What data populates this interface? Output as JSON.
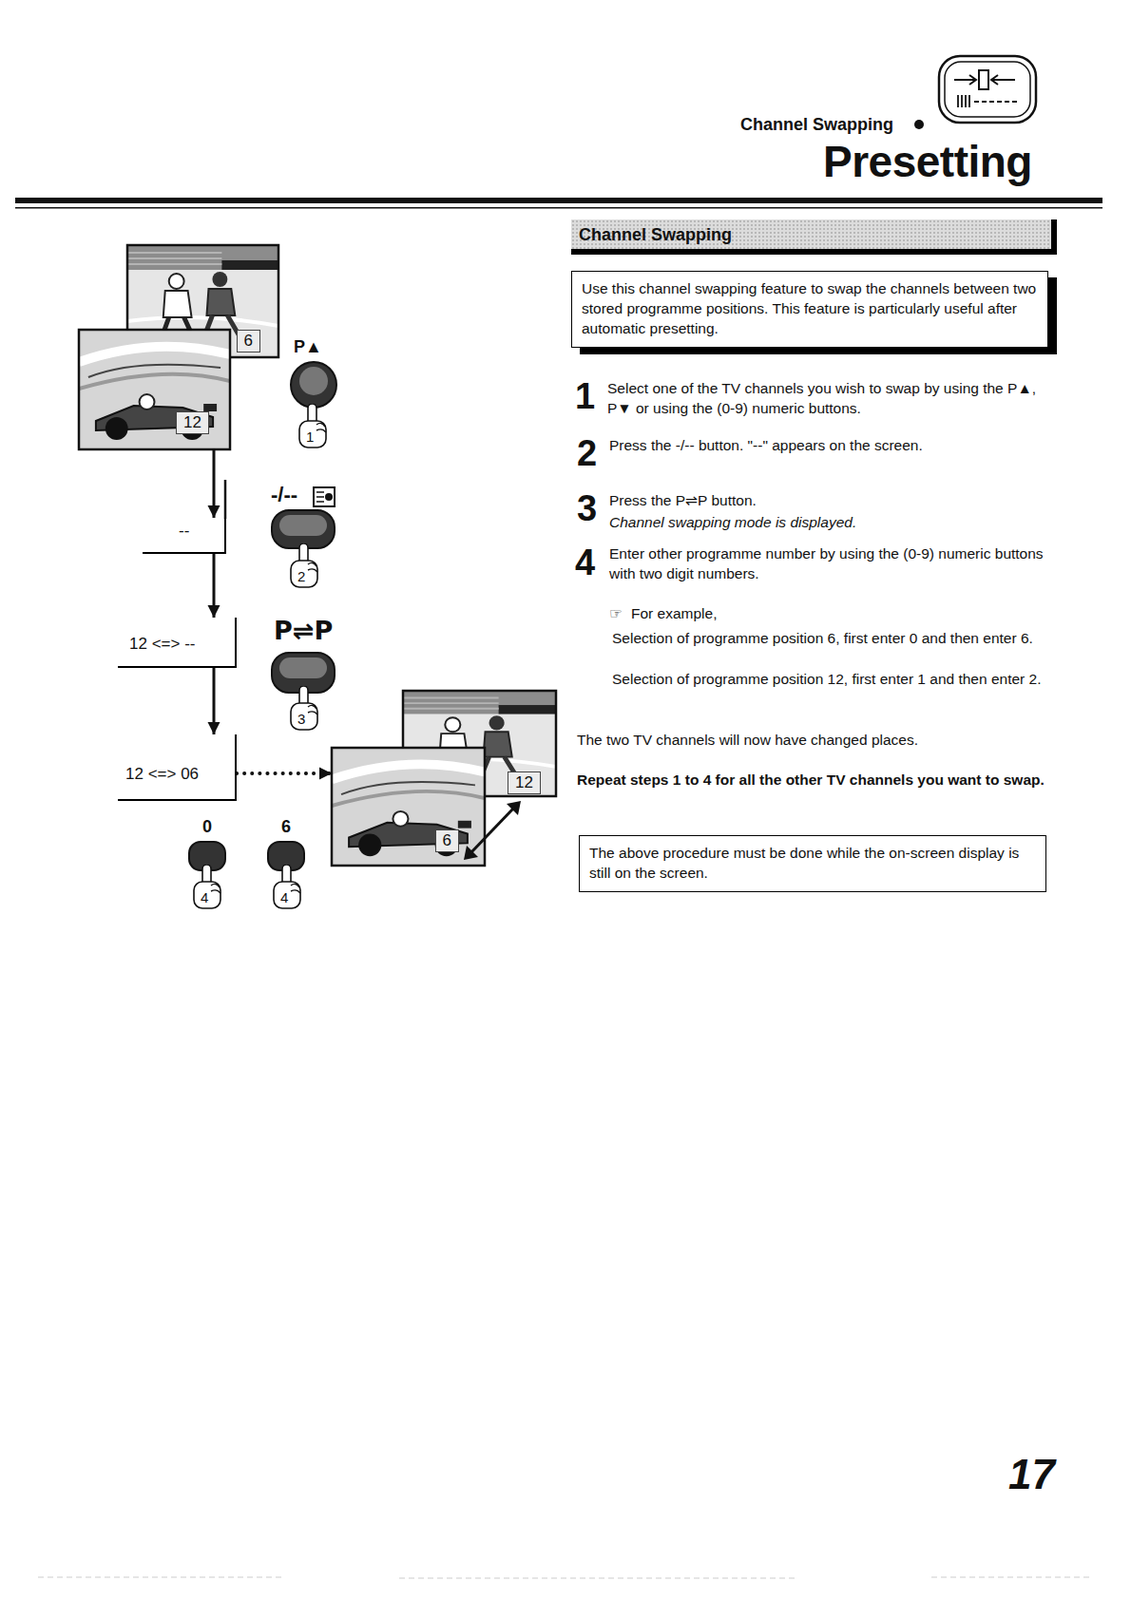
{
  "diagram": {
    "title": "Presetting",
    "nodes": [
      {
        "text": [
          "Channel Swapping"
        ]
      },
      {
        "text": [
          "Use this channel swapping feature to swap the channels between two stored programme positions. This feature is particularly useful after automatic presetting."
        ]
      },
      {
        "text": [
          "6"
        ]
      },
      {
        "text": [
          "12"
        ]
      },
      {
        "text": [
          "--"
        ]
      },
      {
        "text": [
          "12 <=> --"
        ]
      },
      {
        "text": [
          "12 <=> 06"
        ]
      },
      {
        "text": [
          "12"
        ]
      },
      {
        "text": [
          "6"
        ]
      },
      {
        "text": [
          "The above procedure must be done while the on-screen display is still on the screen."
        ]
      }
    ],
    "edges": [
      {
        "from": 3,
        "to": 4,
        "arrow": "to"
      },
      {
        "from": 4,
        "to": 5,
        "arrow": "to"
      },
      {
        "from": 5,
        "to": 6,
        "arrow": "to"
      },
      {
        "from": 6,
        "to": 8,
        "arrow": "to"
      }
    ],
    "labels": [
      "Channel Swapping",
      "P▲",
      "1",
      "-/--",
      "2",
      "P⇌P",
      "3",
      "0",
      "6",
      "4",
      "4",
      "1",
      "Select one of the TV channels you wish to swap by using the P▲, P▼ or using the (0-9) numeric buttons.",
      "2",
      "Press the -/-- button. \"--\" appears on the screen.",
      "3",
      "Press the P⇌P button.",
      "Channel swapping mode is displayed.",
      "4",
      "Enter other programme number by using the (0-9) numeric buttons with two digit numbers.",
      "☞",
      "For example,",
      "Selection of programme position 6, first enter 0 and then enter 6.",
      "Selection of programme position 12, first enter 1 and then enter 2.",
      "The two TV channels will now have changed places.",
      "Repeat steps 1 to 4 for all the other TV channels you want to swap.",
      "17"
    ]
  }
}
